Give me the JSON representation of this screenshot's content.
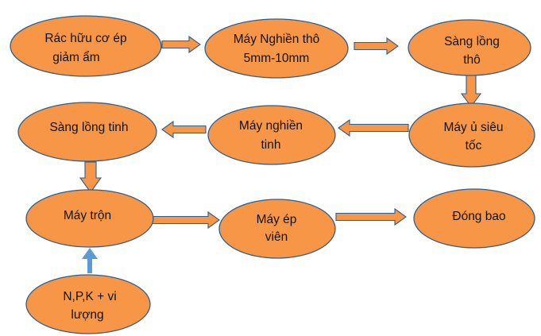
{
  "colors": {
    "node_fill": "#F79646",
    "node_border": "#2E5E8C",
    "arrow_fill": "#F79646",
    "input_arrow": "#5B9BD5"
  },
  "nodes": [
    {
      "id": "rac-huu-co",
      "lines": [
        "Rác hữu cơ ép",
        "giảm ẩm"
      ]
    },
    {
      "id": "may-nghien-tho",
      "lines": [
        "Máy Nghiền thô",
        "5mm-10mm"
      ]
    },
    {
      "id": "sang-long-tho",
      "lines": [
        "Sàng lồng",
        "thô"
      ]
    },
    {
      "id": "may-u-sieu-toc",
      "lines": [
        "Máy ủ siêu",
        "tốc"
      ]
    },
    {
      "id": "may-nghien-tinh",
      "lines": [
        "Máy nghiền",
        "tinh"
      ]
    },
    {
      "id": "sang-long-tinh",
      "lines": [
        "Sàng lồng tinh"
      ]
    },
    {
      "id": "may-tron",
      "lines": [
        "Máy trộn"
      ]
    },
    {
      "id": "may-ep-vien",
      "lines": [
        "Máy ép",
        "viên"
      ]
    },
    {
      "id": "dong-bao",
      "lines": [
        "Đóng bao"
      ]
    },
    {
      "id": "npk-vi-luong",
      "lines": [
        "N,P,K + vi",
        "lượng"
      ]
    }
  ],
  "edges": [
    {
      "from": "rac-huu-co",
      "to": "may-nghien-tho"
    },
    {
      "from": "may-nghien-tho",
      "to": "sang-long-tho"
    },
    {
      "from": "sang-long-tho",
      "to": "may-u-sieu-toc"
    },
    {
      "from": "may-u-sieu-toc",
      "to": "may-nghien-tinh"
    },
    {
      "from": "may-nghien-tinh",
      "to": "sang-long-tinh"
    },
    {
      "from": "sang-long-tinh",
      "to": "may-tron"
    },
    {
      "from": "may-tron",
      "to": "may-ep-vien"
    },
    {
      "from": "may-ep-vien",
      "to": "dong-bao"
    },
    {
      "from": "npk-vi-luong",
      "to": "may-tron"
    }
  ]
}
